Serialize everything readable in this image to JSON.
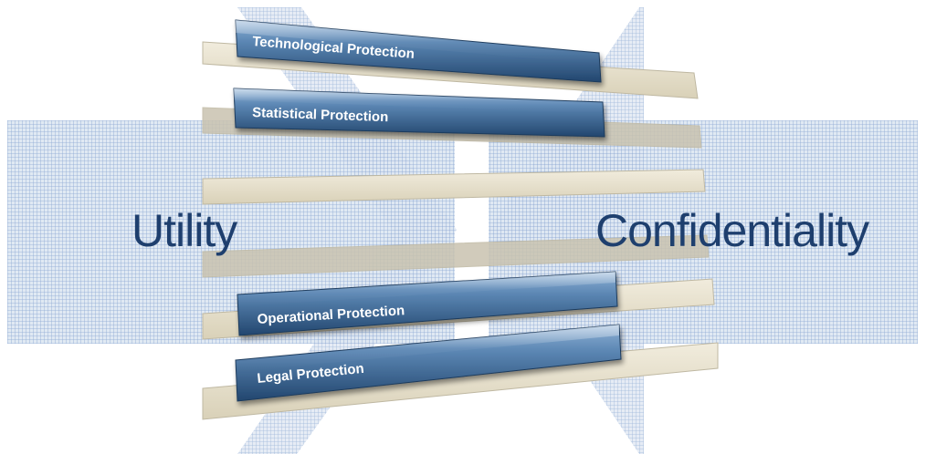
{
  "diagram": {
    "left_concept": "Utility",
    "right_concept": "Confidentiality",
    "protections": [
      {
        "label": "Technological Protection"
      },
      {
        "label": "Statistical Protection"
      },
      {
        "label": "Operational Protection"
      },
      {
        "label": "Legal Protection"
      }
    ]
  },
  "colors": {
    "concept_text": "#1e3f6e",
    "bar_dark": "#22466e",
    "bar_light": "#5b86b3",
    "bar_highlight": "#8fb2d6",
    "bar_text": "#ffffff",
    "plank_fill": "#e6dfc9",
    "plank_stroke": "#bfb8a2",
    "grid_line": "#7f9fcf",
    "grid_fill": "#dde6f2"
  }
}
